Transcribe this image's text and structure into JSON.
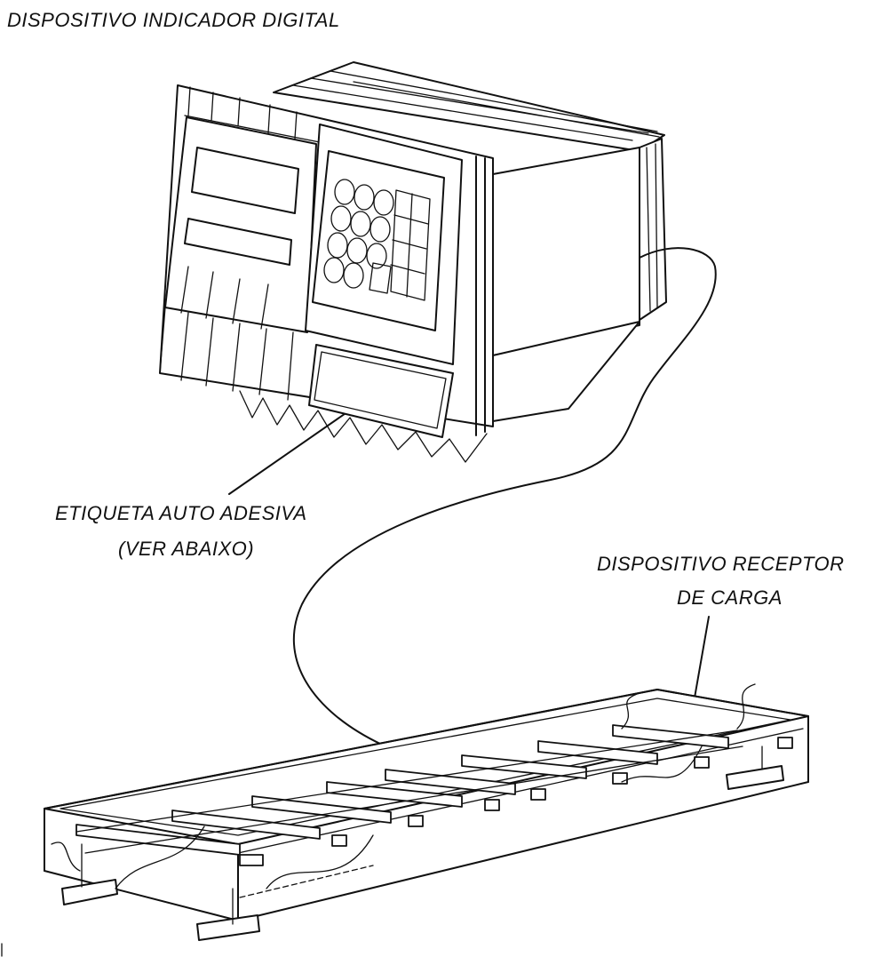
{
  "labels": {
    "indicator_title": "DISPOSITIVO INDICADOR DIGITAL",
    "sticker_line1": "ETIQUETA AUTO ADESIVA",
    "sticker_line2": "(VER ABAIXO)",
    "receiver_line1": "DISPOSITIVO RECEPTOR",
    "receiver_line2": "DE CARGA"
  },
  "colors": {
    "ink": "#111111",
    "paper": "#ffffff"
  }
}
